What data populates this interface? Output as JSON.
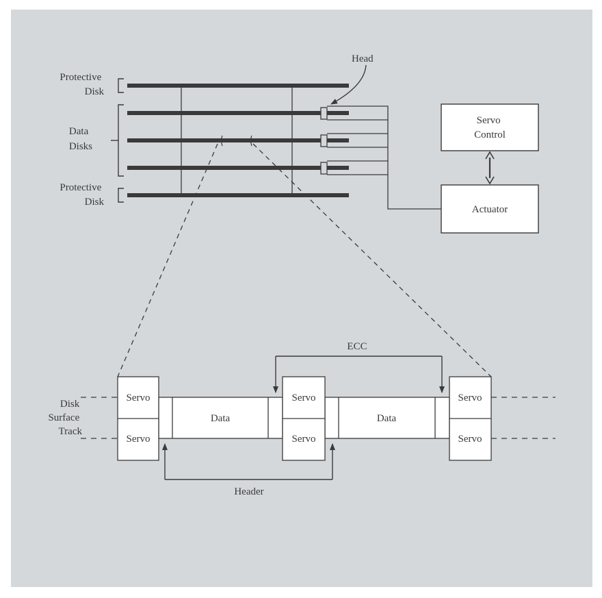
{
  "colors": {
    "panel": "#d4d8da",
    "border": "#ffffff",
    "line": "#3a3a3a",
    "platter": "#3a3a3a",
    "box_fill": "#ffffff"
  },
  "labels": {
    "protective_disk_top": [
      "Protective",
      "Disk"
    ],
    "data_disks": [
      "Data",
      "Disks"
    ],
    "protective_disk_bottom": [
      "Protective",
      "Disk"
    ],
    "head": "Head",
    "servo_control": [
      "Servo",
      "Control"
    ],
    "actuator": "Actuator",
    "disk_surface_track": [
      "Disk",
      "Surface",
      "Track"
    ],
    "ecc": "ECC",
    "header": "Header"
  },
  "track": {
    "servo_label": "Servo",
    "data_label": "Data"
  }
}
